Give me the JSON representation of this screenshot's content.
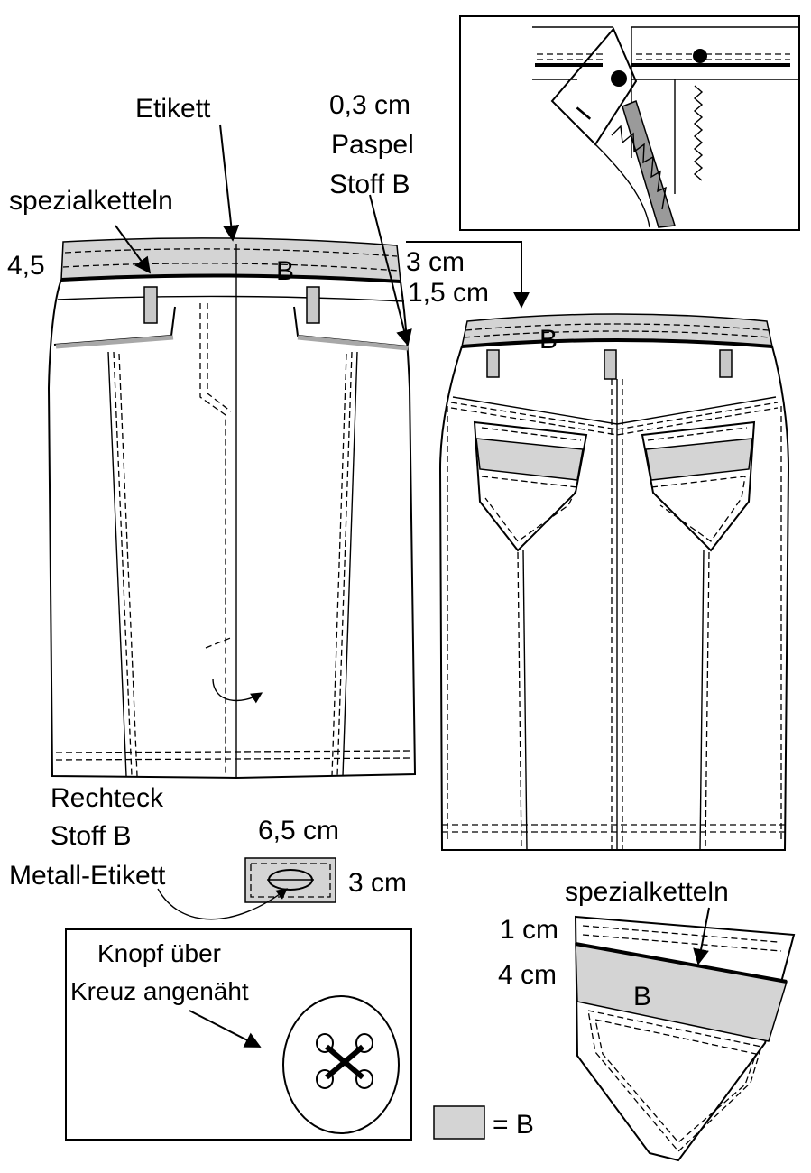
{
  "colors": {
    "fabric_b": "#d4d4d4",
    "outline": "#000000",
    "background": "#ffffff"
  },
  "labels": {
    "etikett": "Etikett",
    "paspel_width": "0,3 cm",
    "paspel": "Paspel",
    "stoff_b": "Stoff B",
    "spezialketteln": "spezialketteln",
    "waistband_front": "4,5",
    "waistband_back": "3 cm",
    "waistband_back_stitch": "1,5 cm",
    "fabric_letter": "B",
    "rechteck": "Rechteck",
    "stoff_b_2": "Stoff B",
    "metall_etikett": "Metall-Etikett",
    "patch_width": "6,5 cm",
    "patch_height": "3 cm",
    "knopf_line1": "Knopf über",
    "knopf_line2": "Kreuz  angenäht",
    "pocket_spezialketteln": "spezialketteln",
    "pocket_top": "1 cm",
    "pocket_band": "4 cm",
    "legend": "= B"
  },
  "icons": {
    "front_view": "skirt-front-view-icon",
    "back_view": "skirt-back-view-icon",
    "detail": "paspel-detail-icon",
    "button": "button-cross-stitched-icon",
    "patch": "metal-label-patch-icon",
    "pocket": "back-pocket-icon"
  }
}
